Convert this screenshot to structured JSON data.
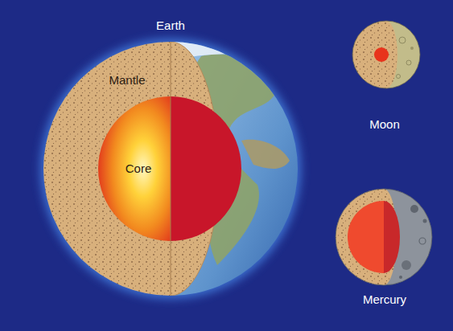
{
  "diagram": {
    "labels": [
      "Earth",
      "Mantle",
      "Core",
      "Moon",
      "Mercury"
    ]
  }
}
